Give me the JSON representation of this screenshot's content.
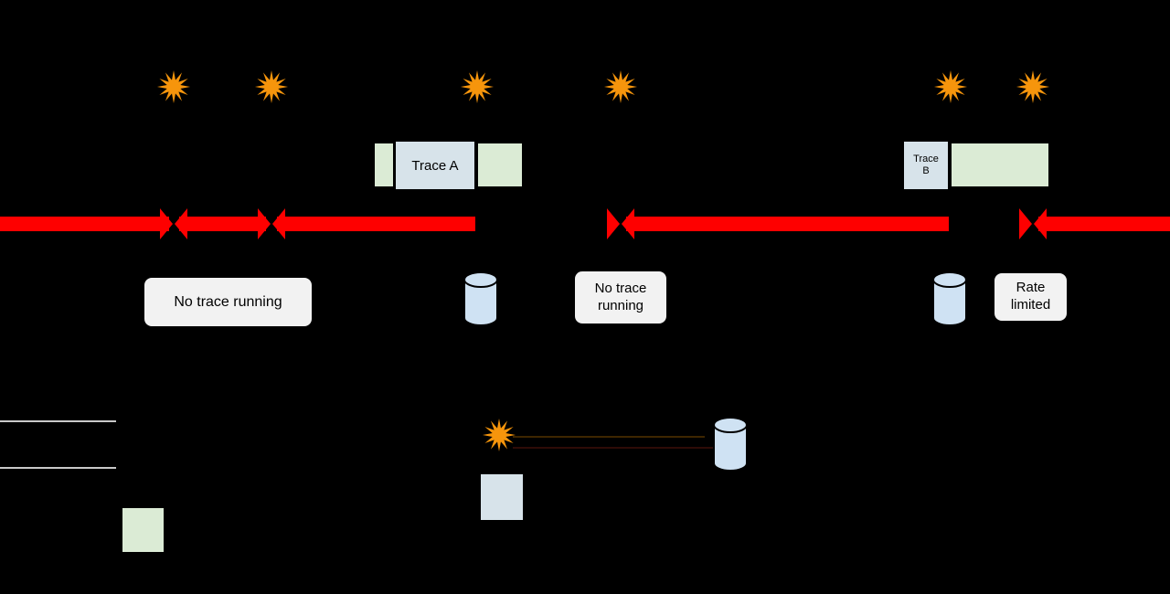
{
  "diagram": {
    "labels": {
      "trace_a": "Trace A",
      "trace_b": "Trace B",
      "no_trace_running_left": "No trace running",
      "no_trace_running_mid": "No trace running",
      "rate_limited": "Rate limited"
    },
    "colors": {
      "background": "#000000",
      "burst_fill": "#F6950C",
      "trace_blue": "#D7E3EA",
      "trace_green": "#DBEBD5",
      "timeline_red": "#FE0000",
      "callout_bg": "#F2F2F2",
      "cylinder_fill": "#CFE2F3",
      "legend_line": "#C9C9C9",
      "outline": "#000000",
      "text": "#000000"
    },
    "icon_names": [
      "burst-icon",
      "database-cylinder-icon",
      "timeline-break-icon",
      "legend-swatch"
    ]
  }
}
